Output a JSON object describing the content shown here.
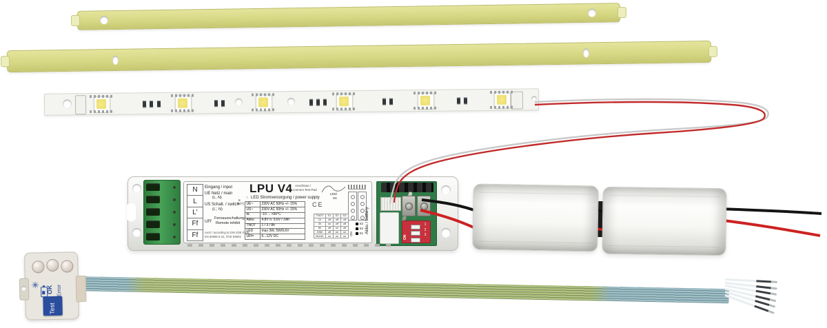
{
  "scene": {
    "background": "#ffffff"
  },
  "mounting_strips": {
    "color": "#d7d884",
    "count": "2"
  },
  "led_strip": {
    "led_count": "6",
    "pcb_color": "#f4f5f0"
  },
  "driver": {
    "title": "LPU V4",
    "test_pad_note_1": "Anschluss /",
    "test_pad_note_2": "connect Test-Pad",
    "subtitle": "LED Stromversorgung / power supply",
    "terminals": [
      "N",
      "L",
      "L'",
      "Ff",
      "Ff"
    ],
    "input_label": "Eingang / input",
    "mains_label": "UE Netz / main",
    "mains_sub": "(L, N)",
    "switch_label": "US Schalt. / switch",
    "switch_sub": "(L', N)",
    "tc_note_1": "tc",
    "tc_note_2": "60°C",
    "remote_sym": "UFf",
    "remote_label_1": "Fernausschaltung/",
    "remote_label_2": "Remote inhibit",
    "standards_1": "nach / according to DIN VDE 0108,",
    "standards_2": "EN 60598-2-22, ÖVE E8002",
    "ce_mark": "CE",
    "specs": [
      {
        "k": "UE~",
        "v": "230V AC 50Hz +/- 15%"
      },
      {
        "k": "US~",
        "v": "230V AC 50Hz +/- 15%"
      },
      {
        "k": "ta",
        "v": "-10 ... +50°C"
      },
      {
        "k": "Akku",
        "v": "4,8V o. 9,6V / 2Ah"
      },
      {
        "k": "TNOT",
        "v": "1 / 3 / 8h"
      },
      {
        "k": "LED",
        "v": "max 3W, 5W/9,6V"
      },
      {
        "k": "UFf=",
        "v": "6...12V DC"
      }
    ],
    "led_sc_1": "LED/",
    "led_sc_2": "SC",
    "battery_side_label": "Akku / battery",
    "tnot_table": {
      "headers": [
        "TNOT",
        "S1",
        "S2",
        "S3"
      ],
      "rows": [
        [
          "1h",
          "off",
          "off",
          "off"
        ],
        [
          "3h",
          "on",
          "off",
          "off"
        ],
        [
          "8h",
          "off",
          "on",
          "off"
        ],
        [
          "DIM/",
          "off",
          "on",
          "on"
        ],
        [
          "BLINK",
          "on",
          "on",
          "on"
        ]
      ]
    },
    "dip_legend": {
      "on": "ON",
      "rows": [
        "S3",
        "S2",
        "S1"
      ]
    },
    "dip_switch": {
      "on": "ON",
      "digits": [
        "1",
        "2",
        "3"
      ],
      "color": "#c8313c"
    }
  },
  "battery": {
    "pack_count": "2",
    "wire_colors": [
      "black",
      "red"
    ]
  },
  "test_module": {
    "button_label": "Test",
    "ok_label": "OK",
    "error_label": "Error",
    "accent_color": "#2b4d9e"
  },
  "ribbon_cable": {
    "conductor_count": "6",
    "colors": [
      "#8fb3bd",
      "#a9ba72"
    ]
  }
}
